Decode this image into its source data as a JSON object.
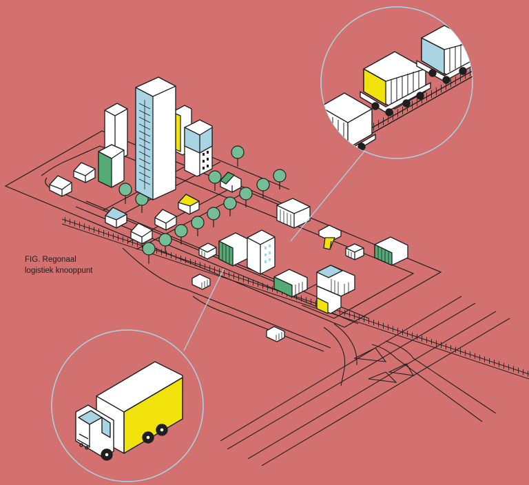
{
  "caption": {
    "line1": "FIG. Regonaal",
    "line2": "logistiek knooppunt"
  },
  "colors": {
    "background": "#d37170",
    "ink": "#1e1e1e",
    "white": "#ffffff",
    "yellow": "#f2e20c",
    "green": "#55ab76",
    "tree": "#73bd97",
    "blue": "#a9d4e4",
    "callout_ring": "#a8d6e6"
  },
  "icons": [
    "skyscraper",
    "house",
    "tree",
    "warehouse",
    "container-stack",
    "freight-train",
    "truck",
    "railway",
    "road-junction"
  ]
}
